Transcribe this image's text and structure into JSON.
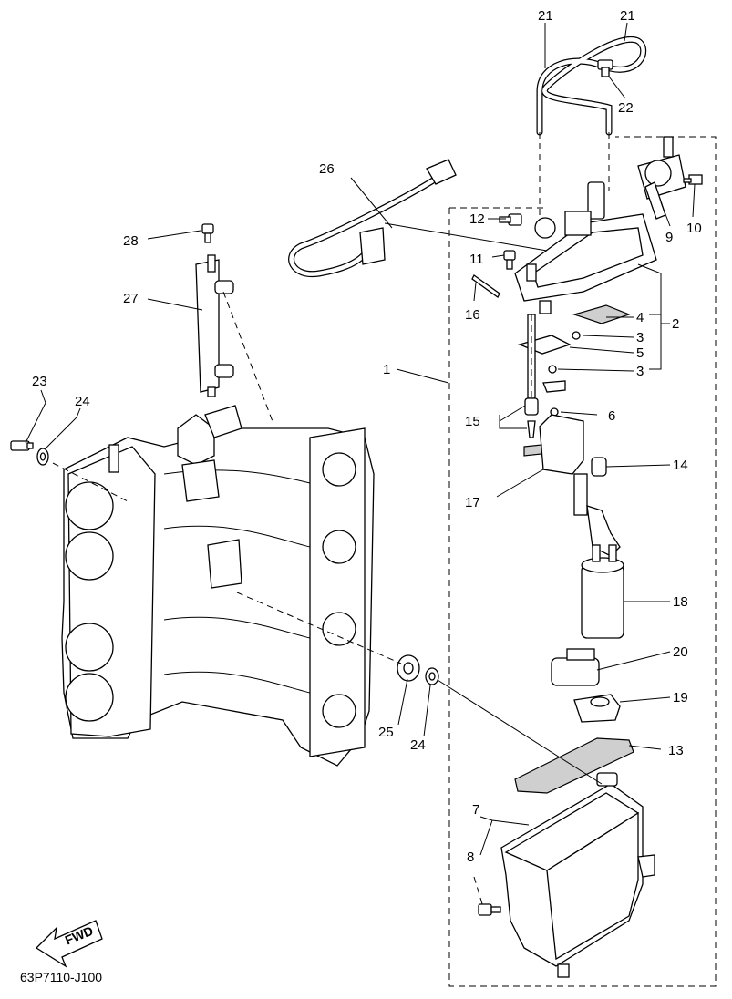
{
  "diagram_code": "63P7110-J100",
  "fwd_label": "FWD",
  "callouts": {
    "c1": "1",
    "c2": "2",
    "c3a": "3",
    "c3b": "3",
    "c4": "4",
    "c5": "5",
    "c6": "6",
    "c7": "7",
    "c8": "8",
    "c9": "9",
    "c10": "10",
    "c11": "11",
    "c12": "12",
    "c13": "13",
    "c14": "14",
    "c15": "15",
    "c16": "16",
    "c17": "17",
    "c18": "18",
    "c19": "19",
    "c20": "20",
    "c21a": "21",
    "c21b": "21",
    "c22": "22",
    "c23": "23",
    "c24a": "24",
    "c24b": "24",
    "c25": "25",
    "c26": "26",
    "c27": "27",
    "c28": "28"
  }
}
